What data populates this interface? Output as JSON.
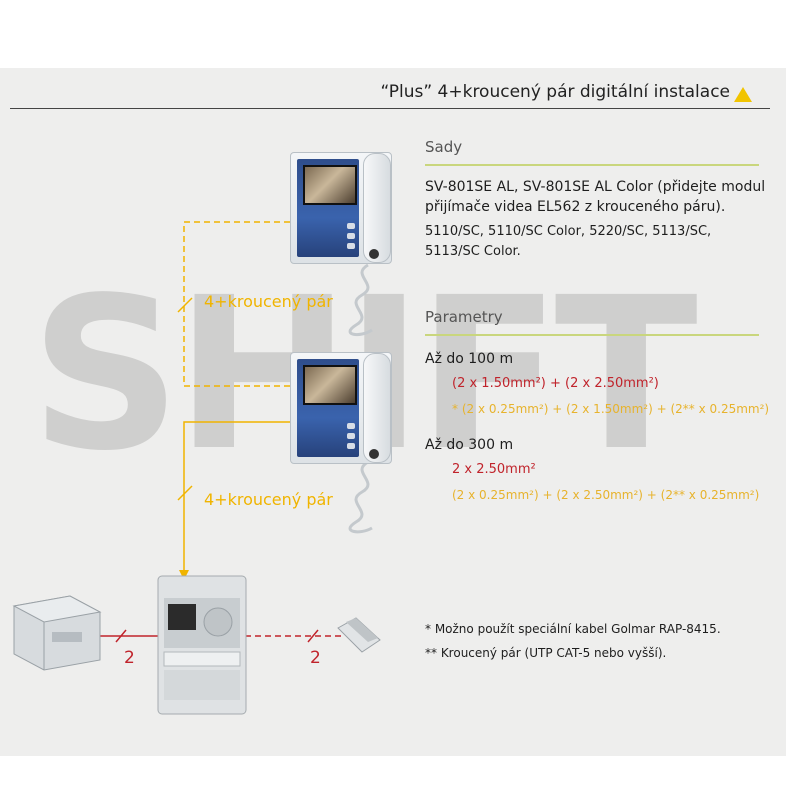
{
  "header": {
    "title": "“Plus” 4+kroucený pár digitální instalace"
  },
  "watermark": "SHIFT",
  "sady": {
    "heading": "Sady",
    "line1": "SV-801SE AL, SV-801SE AL Color (přidejte modul",
    "line2": "přijímače videa EL562 z krouceného páru).",
    "line3": "5110/SC, 5110/SC Color, 5220/SC, 5113/SC,",
    "line4": "5113/SC Color."
  },
  "parametry": {
    "heading": "Parametry",
    "range1_label": "Až do 100 m",
    "range1_red": "(2 x 1.50mm²) + (2 x 2.50mm²)",
    "range1_yellow": "* (2 x 0.25mm²) + (2 x 1.50mm²) + (2** x 0.25mm²)",
    "range2_label": "Až do 300 m",
    "range2_red": "2 x 2.50mm²",
    "range2_yellow": "(2 x 0.25mm²) + (2 x 2.50mm²) + (2** x 0.25mm²)"
  },
  "cables": {
    "label_top": "4+kroucený pár",
    "label_bottom": "4+kroucený pár",
    "wire_left": "2",
    "wire_right": "2"
  },
  "notes": {
    "note1": "* Možno použít speciální kabel Golmar RAP-8415.",
    "note2": "** Kroucený pár (UTP CAT-5 nebo vyšší)."
  },
  "colors": {
    "accent_yellow": "#f0b400",
    "wire_red": "#c0232b",
    "rule_green": "#c9d67d"
  }
}
